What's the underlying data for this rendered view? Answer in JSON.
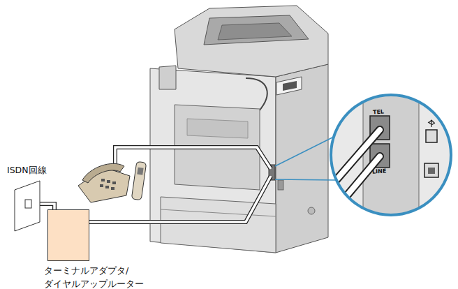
{
  "diagram": {
    "nodes": [
      {
        "text": [
          "ISDN回線"
        ]
      },
      {
        "text": [
          "ターミナルアダプタ/ ダイヤルアップルーター"
        ]
      }
    ],
    "edges": [
      {
        "from": 0,
        "to": 1,
        "arrow": "none"
      }
    ],
    "labels": [
      "TEL",
      "LINE"
    ]
  }
}
